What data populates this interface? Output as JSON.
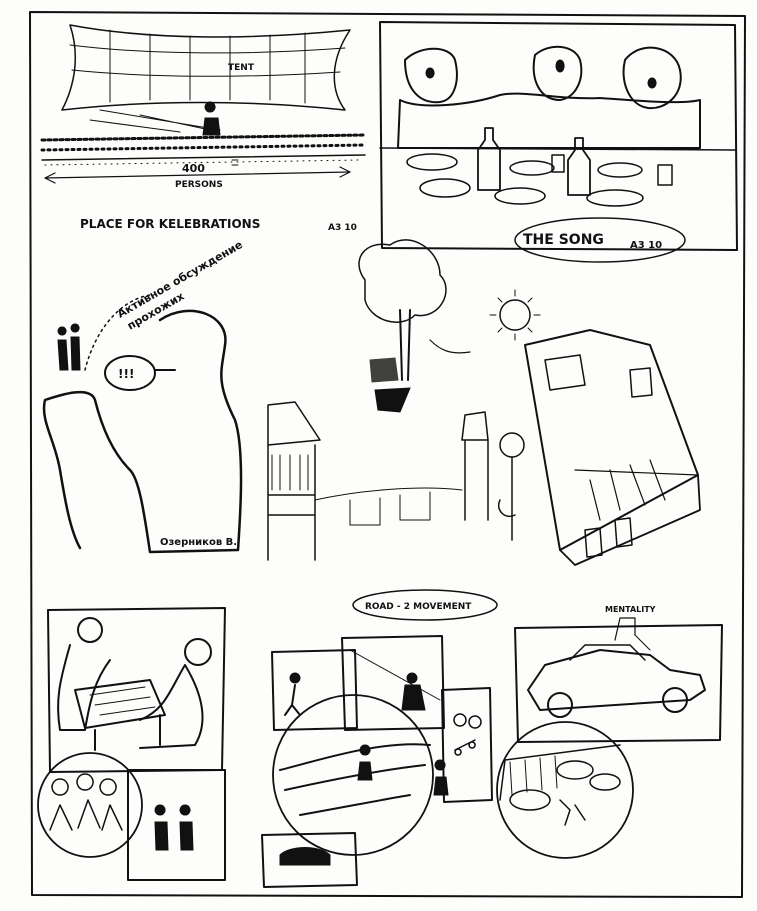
{
  "labels": {
    "tent": "TENT",
    "crowd_count": "400",
    "crowd_unit": "PERSONS",
    "celebration_caption": "PLACE FOR KELEBRATIONS",
    "celebration_code": "A3 10",
    "song_caption": "THE SONG",
    "song_code": "A3 10",
    "russian_line1": "Активное обсуждение",
    "russian_line2": "прохожих",
    "speech_bubble": "!!!",
    "signature": "Озерников В.",
    "road_caption": "ROAD - 2 MOVEMENT",
    "mentality_caption": "MENTALITY"
  },
  "colors": {
    "ink": "#111111",
    "paper": "#fdfdfb"
  }
}
